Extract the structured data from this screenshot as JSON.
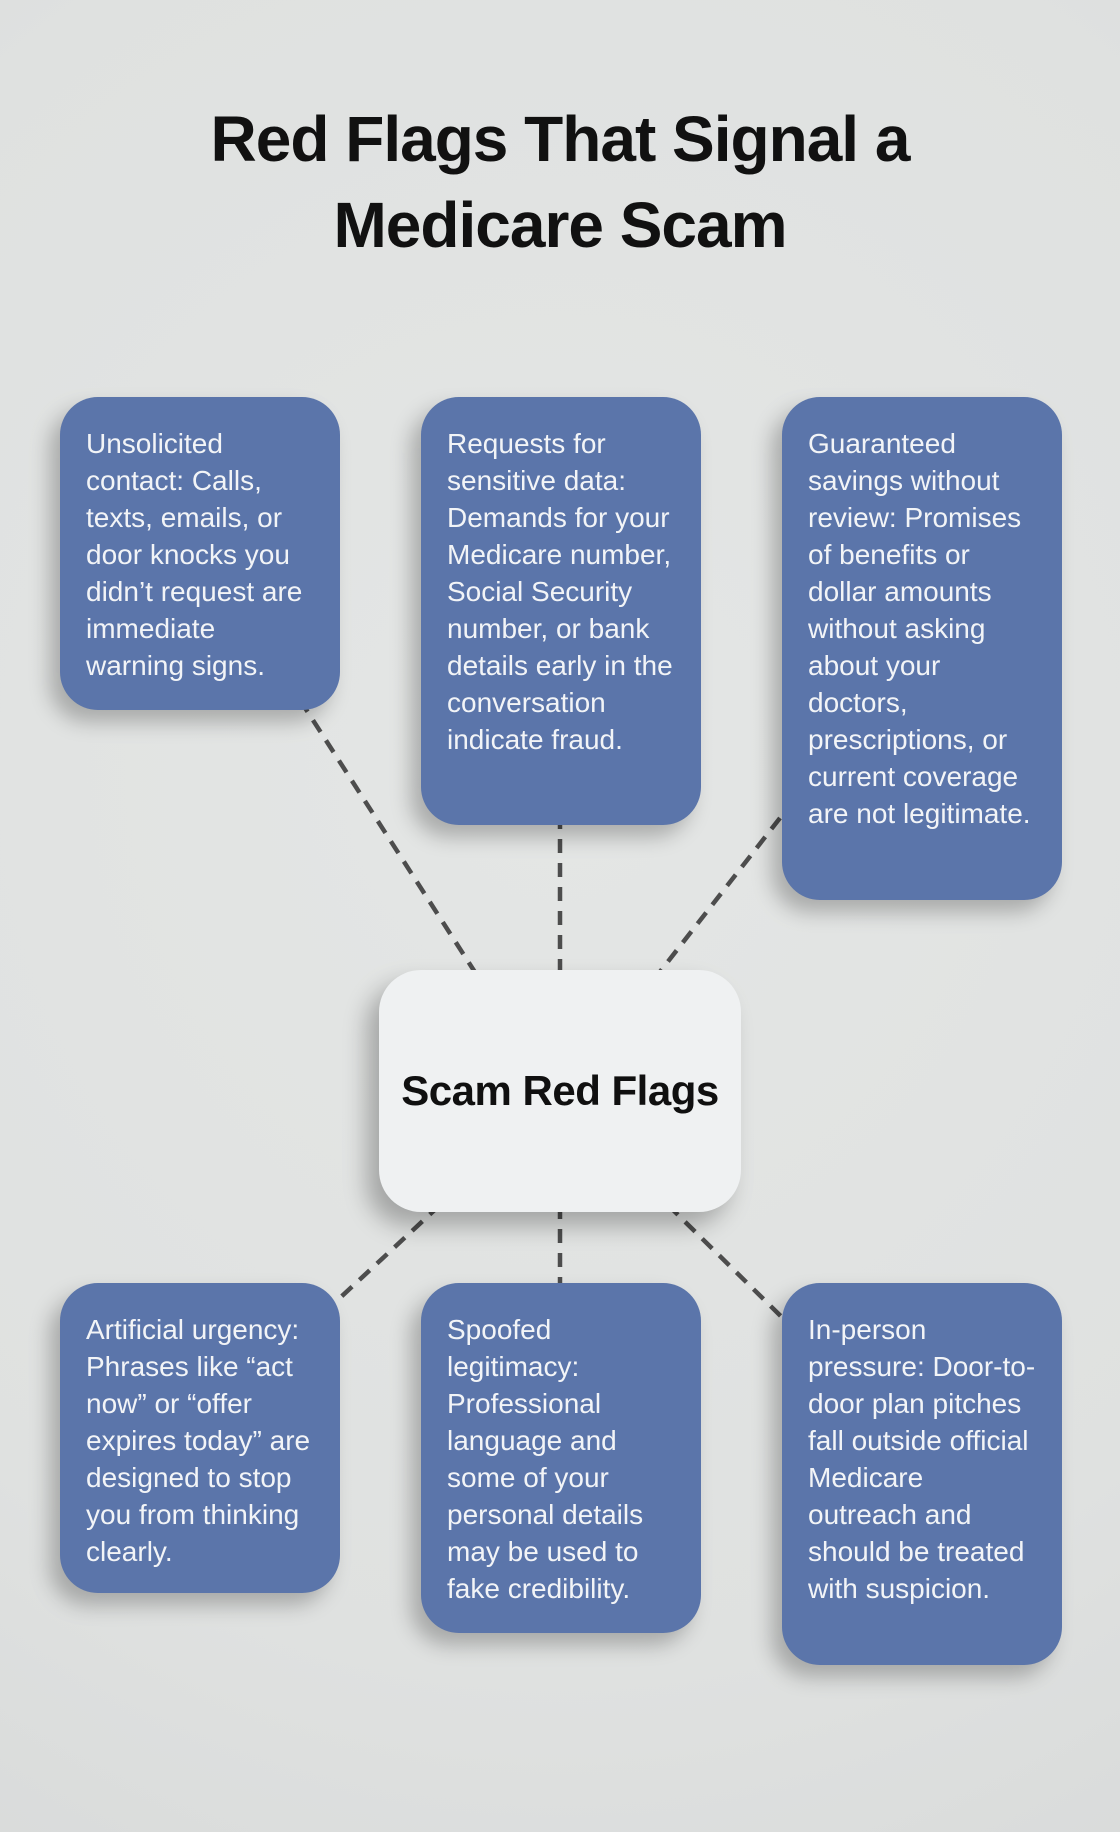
{
  "title": {
    "line1": "Red Flags That Signal a",
    "line2": "Medicare Scam"
  },
  "center": {
    "label": "Scam Red Flags"
  },
  "flags": [
    {
      "id": "unsolicited-contact",
      "text": "Unsolicited contact: Calls, texts, emails, or door knocks you didn’t request are immediate warning signs."
    },
    {
      "id": "sensitive-data-requests",
      "text": "Requests for sensitive data: Demands for your Medicare number, Social Security number, or bank details early in the conversation indicate fraud."
    },
    {
      "id": "guaranteed-savings",
      "text": "Guaranteed savings without review: Promises of benefits or dollar amounts without asking about your doctors, prescriptions, or current coverage are not legitimate."
    },
    {
      "id": "artificial-urgency",
      "text": "Artificial urgency: Phrases like “act now” or “offer expires today” are designed to stop you from thinking clearly."
    },
    {
      "id": "spoofed-legitimacy",
      "text": "Spoofed legitimacy: Professional language and some of your personal details may be used to fake credibility."
    },
    {
      "id": "in-person-pressure",
      "text": "In-person pressure: Door-to-door plan pitches fall outside official Medicare outreach and should be treated with suspicion."
    }
  ],
  "colors": {
    "box_blue": "#5b75aa",
    "box_text": "#f2f4f7",
    "background": "#dfe1e0",
    "center_bg": "#eff1f2",
    "title_color": "#111111",
    "connector": "#4d4d4d"
  }
}
